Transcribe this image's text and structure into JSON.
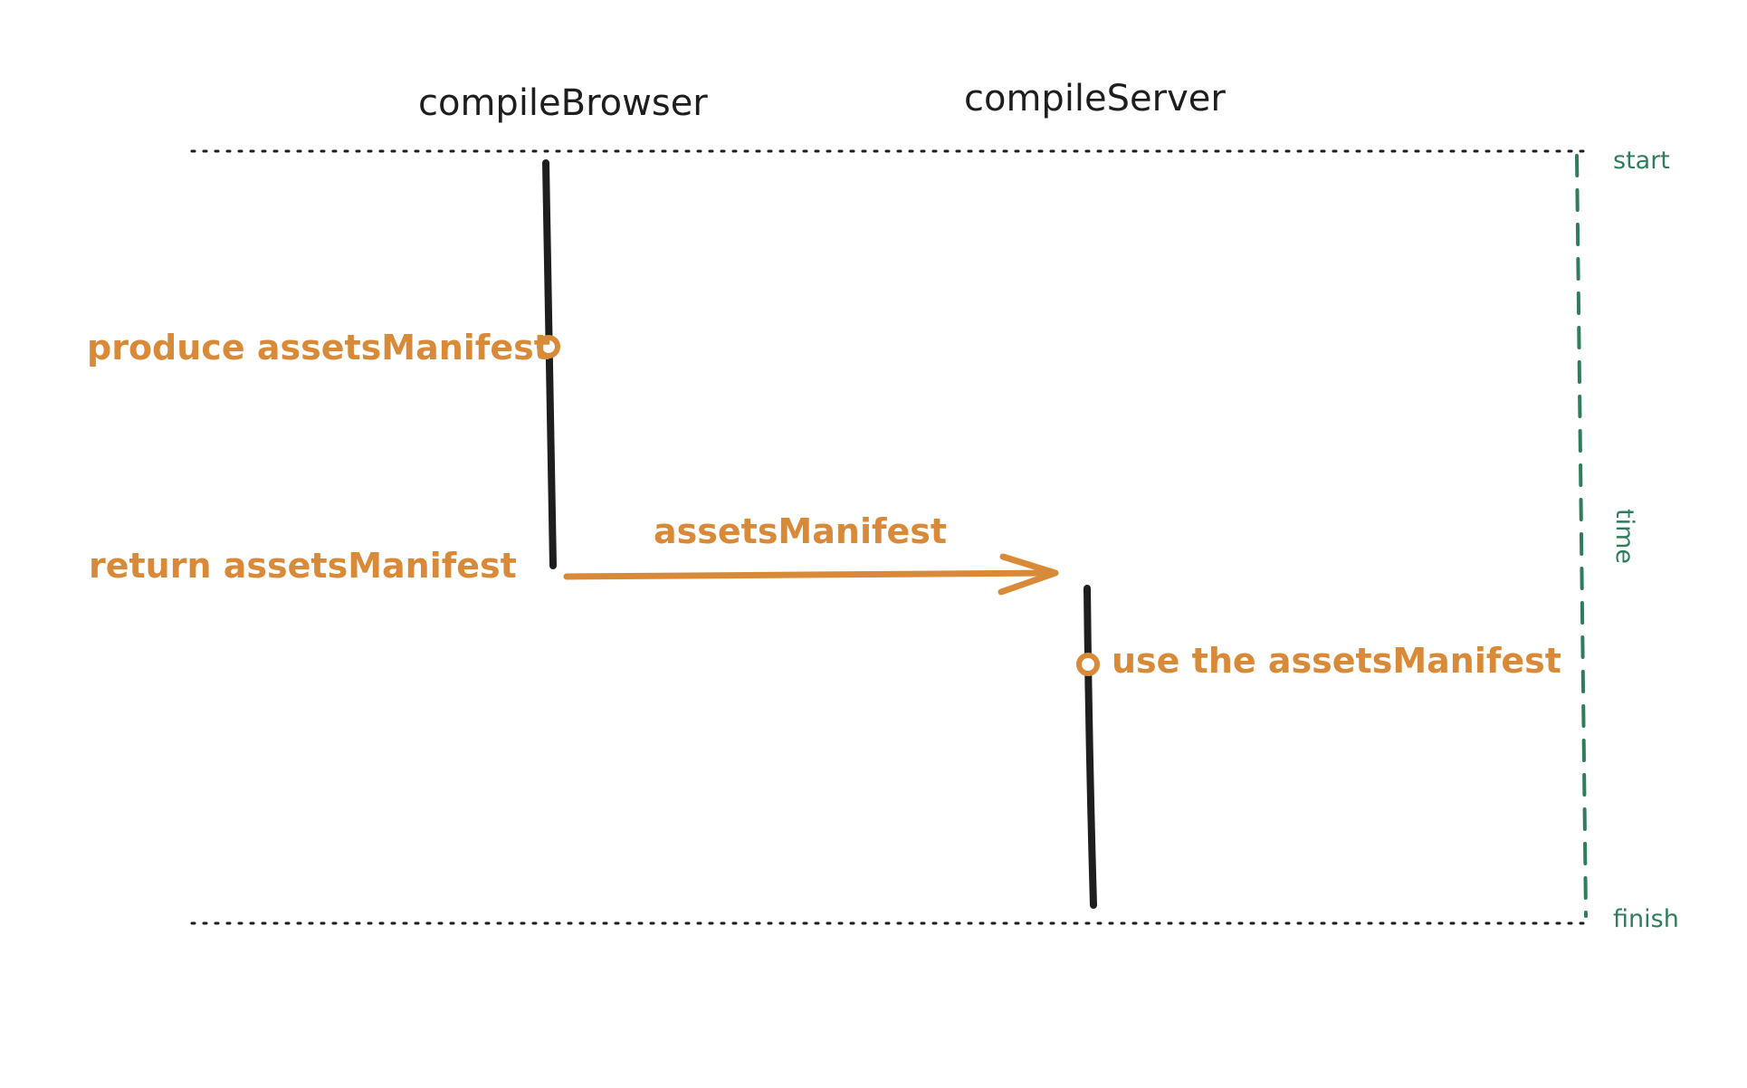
{
  "lanes": {
    "browser": {
      "title": "compileBrowser"
    },
    "server": {
      "title": "compileServer"
    }
  },
  "events": {
    "produce": {
      "label": "produce assetsManifest"
    },
    "return": {
      "label": "return assetsManifest"
    },
    "use": {
      "label": "use the assetsManifest"
    }
  },
  "message": {
    "label": "assetsManifest"
  },
  "timeline": {
    "start_label": "start",
    "finish_label": "finish",
    "axis_label": "time"
  },
  "colors": {
    "lifeline": "#1e1e1e",
    "event": "#d98a38",
    "time": "#2f7d5a",
    "boundary": "#1e1e1e"
  }
}
